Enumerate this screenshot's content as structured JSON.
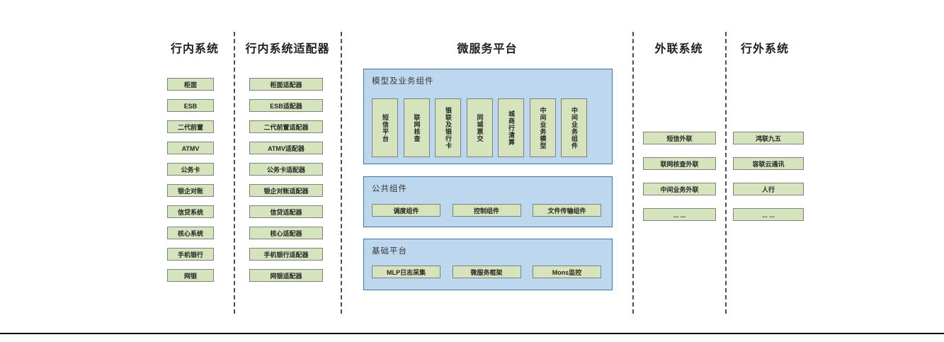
{
  "diagram": {
    "col_inbank": {
      "header": "行内系统",
      "items": [
        "柜面",
        "ESB",
        "二代前置",
        "ATMV",
        "公务卡",
        "银企对账",
        "信贷系统",
        "核心系统",
        "手机银行",
        "网银"
      ]
    },
    "col_adapter": {
      "header": "行内系统适配器",
      "items": [
        "柜面适配器",
        "ESB适配器",
        "二代前置适配器",
        "ATMV适配器",
        "公务卡适配器",
        "银企对账适配器",
        "信贷适配器",
        "核心适配器",
        "手机银行适配器",
        "网银适配器"
      ]
    },
    "col_platform": {
      "header": "微服务平台",
      "panels": {
        "model": {
          "title": "模型及业务组件",
          "items": [
            "短信平台",
            "联网核查",
            "银联及银行卡",
            "同城票交",
            "城商行清算",
            "中间业务模型",
            "中间业务组件"
          ]
        },
        "common": {
          "title": "公共组件",
          "items": [
            "调度组件",
            "控制组件",
            "文件传输组件"
          ]
        },
        "base": {
          "title": "基础平台",
          "items": [
            "MLP日志采集",
            "微服务框架",
            "Mons监控"
          ]
        }
      }
    },
    "col_external": {
      "header": "外联系统",
      "items": [
        "短信外联",
        "联网核查外联",
        "中间业务外联",
        "... ..."
      ]
    },
    "col_outside": {
      "header": "行外系统",
      "items": [
        "鸿联九五",
        "容联云通讯",
        "人行",
        "... ..."
      ]
    }
  },
  "colors": {
    "node_fill": "#d6e4bd",
    "node_border": "#7f7f7f",
    "panel_fill": "#bdd7ee",
    "panel_border": "#41719c",
    "separator": "#4d4d4d",
    "bottom_rule": "#000000"
  }
}
